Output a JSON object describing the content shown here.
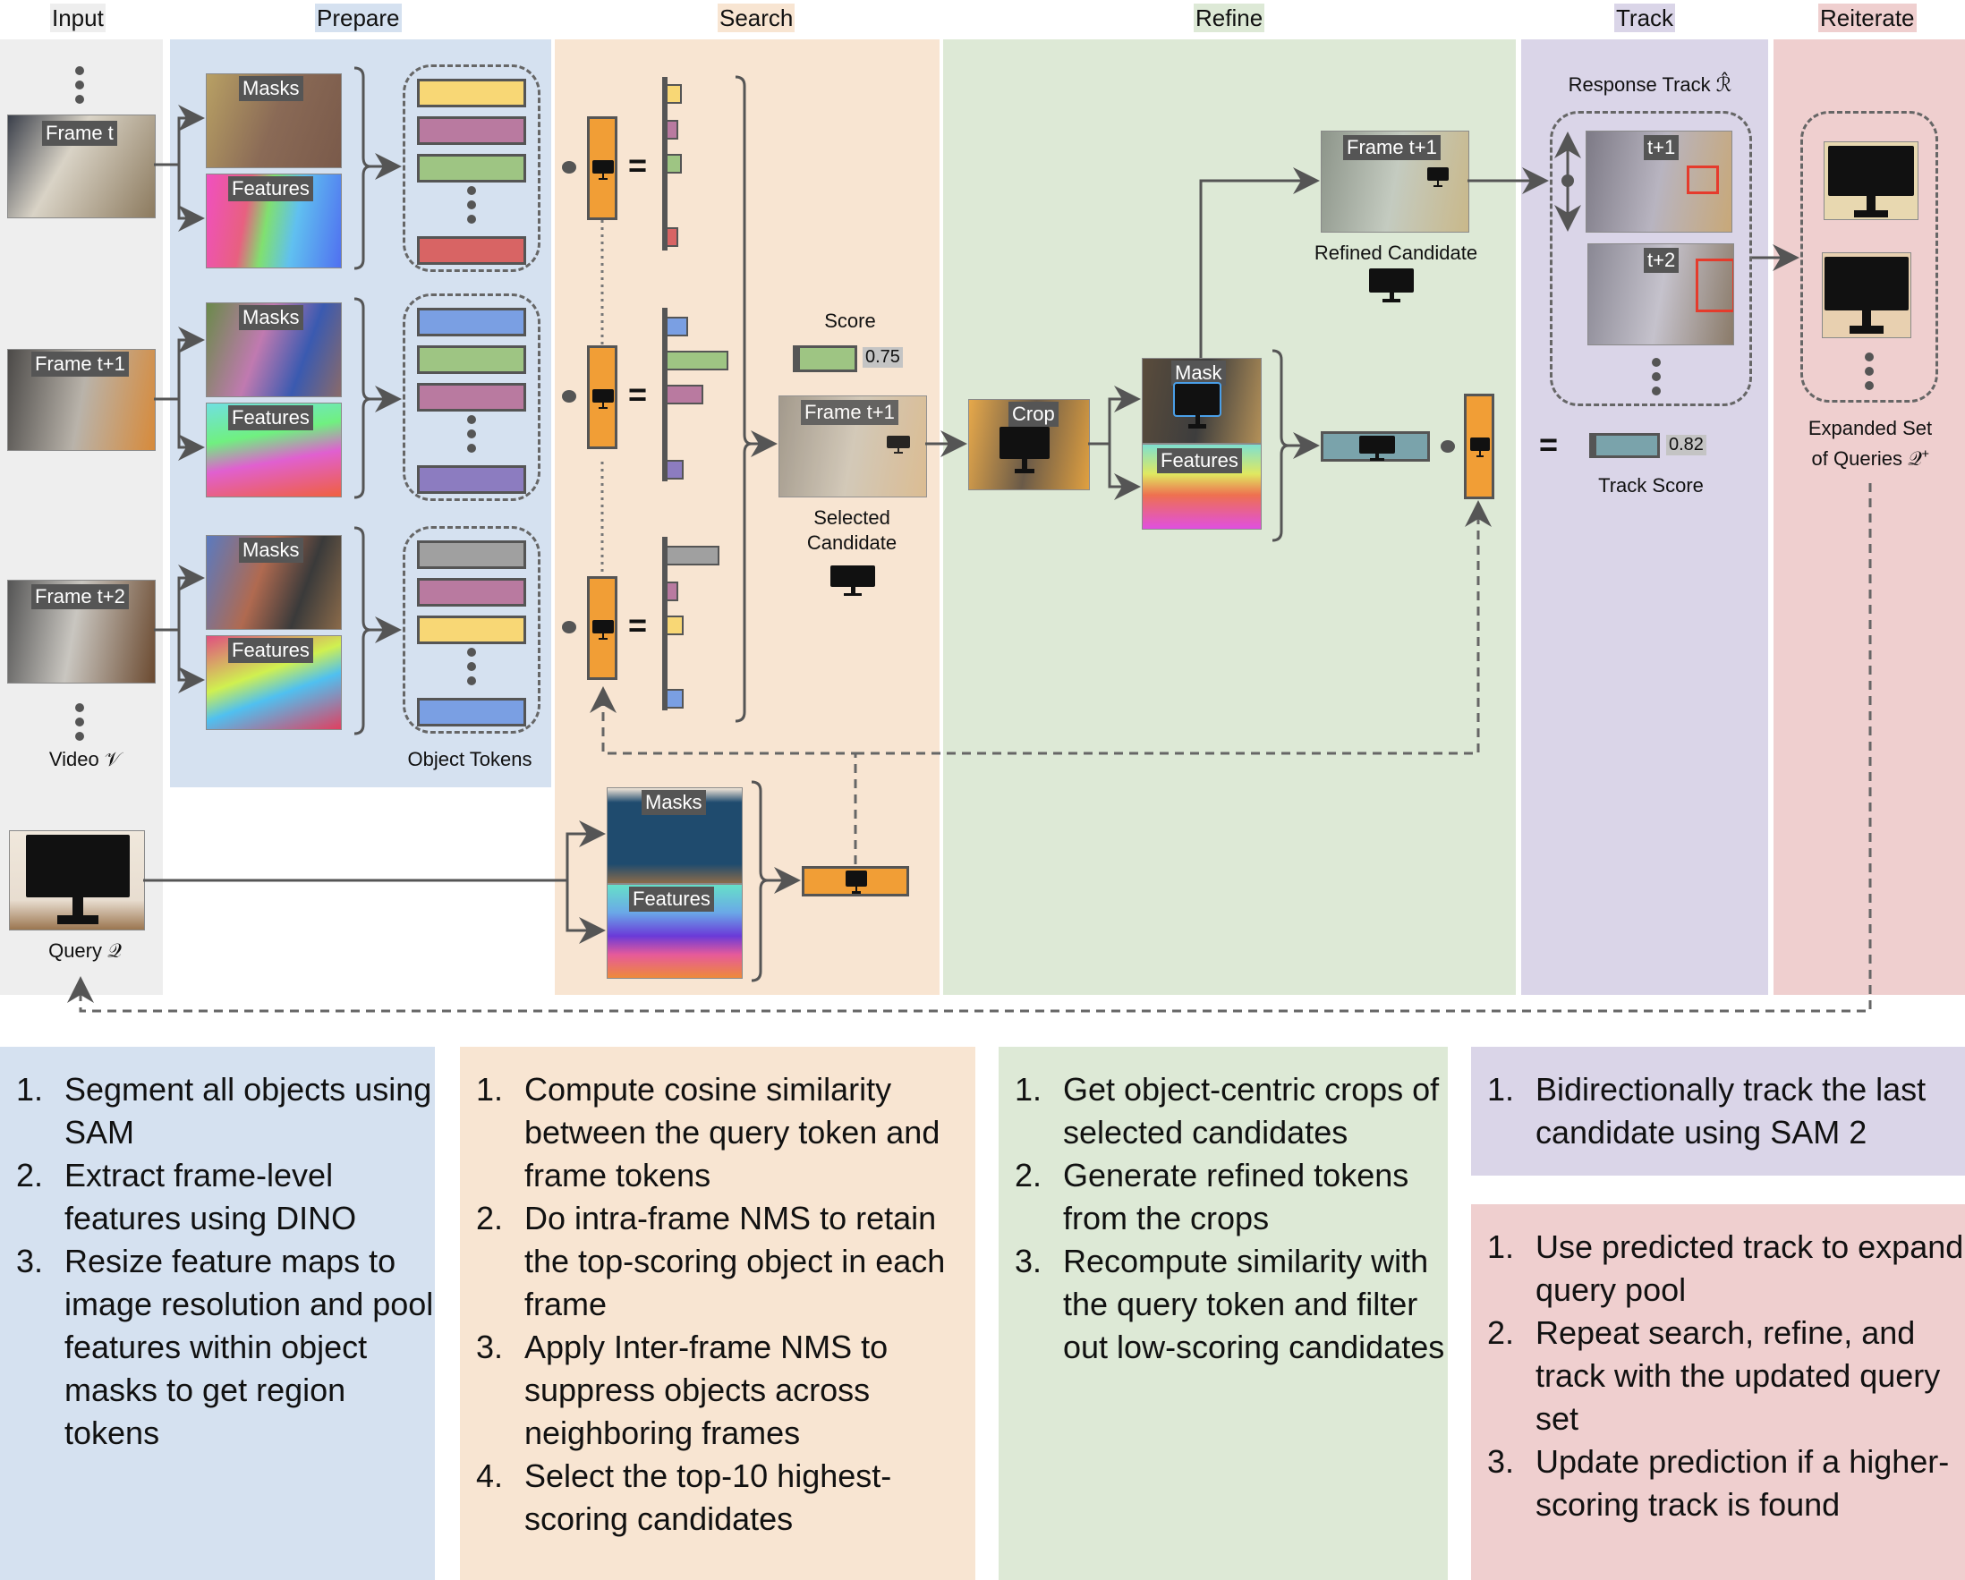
{
  "stages": [
    {
      "label": "Input",
      "color": "#eeeeee"
    },
    {
      "label": "Prepare",
      "color": "#d5e1f0"
    },
    {
      "label": "Search",
      "color": "#f8e5d2"
    },
    {
      "label": "Refine",
      "color": "#dde9d6"
    },
    {
      "label": "Track",
      "color": "#dad5e8"
    },
    {
      "label": "Reiterate",
      "color": "#efcfcf"
    }
  ],
  "input": {
    "frames": [
      "Frame t",
      "Frame t+1",
      "Frame t+2"
    ],
    "video_label": "Video 𝒱",
    "query_label": "Query 𝒬"
  },
  "prepare": {
    "masks_label": "Masks",
    "features_label": "Features",
    "object_tokens_label": "Object Tokens",
    "token_groups": [
      [
        "#f8d775",
        "#b97aa0",
        "#9ec583",
        "#d86464"
      ],
      [
        "#7a9fe3",
        "#9ec583",
        "#b97aa0",
        "#8c7cc0"
      ],
      [
        "#a0a0a0",
        "#b97aa0",
        "#f8d775",
        "#7a9fe3"
      ]
    ]
  },
  "search": {
    "similarity_bars": [
      [
        {
          "color": "#f8d775",
          "value": 0.25
        },
        {
          "color": "#b97aa0",
          "value": 0.15
        },
        {
          "color": "#9ec583",
          "value": 0.25
        },
        {
          "color": "#d86464",
          "value": 0.15
        }
      ],
      [
        {
          "color": "#7a9fe3",
          "value": 0.35
        },
        {
          "color": "#9ec583",
          "value": 1.0
        },
        {
          "color": "#b97aa0",
          "value": 0.6
        },
        {
          "color": "#8c7cc0",
          "value": 0.28
        }
      ],
      [
        {
          "color": "#a0a0a0",
          "value": 0.85
        },
        {
          "color": "#b97aa0",
          "value": 0.2
        },
        {
          "color": "#f8d775",
          "value": 0.28
        },
        {
          "color": "#7a9fe3",
          "value": 0.28
        }
      ]
    ],
    "score_label": "Score",
    "score_value": "0.75",
    "score_fraction": 0.75,
    "selected_frame": "Frame t+1",
    "selected_label_line1": "Selected",
    "selected_label_line2": "Candidate",
    "query_masks_label": "Masks",
    "query_features_label": "Features"
  },
  "refine": {
    "crop_label": "Crop",
    "mask_label": "Mask",
    "features_label": "Features",
    "refined_frame": "Frame t+1",
    "refined_label": "Refined Candidate"
  },
  "track": {
    "response_label": "Response Track ℛ̂",
    "frames": [
      "t+1",
      "t+2"
    ],
    "track_score_value": "0.82",
    "track_score_fraction": 0.82,
    "track_score_label": "Track Score"
  },
  "reiterate": {
    "expanded_line1": "Expanded Set",
    "expanded_line2": "of Queries 𝒬⁺"
  },
  "descriptions": {
    "prepare": [
      "Segment all objects using SAM",
      "Extract frame-level features using DINO",
      "Resize feature maps to image resolution and pool features within object masks to get region tokens"
    ],
    "search": [
      "Compute cosine similarity between the query token and frame tokens",
      "Do intra-frame NMS to retain the top-scoring object in each frame",
      "Apply Inter-frame NMS to suppress objects across neighboring frames",
      "Select the top-10 highest-scoring candidates"
    ],
    "refine": [
      "Get object-centric crops of selected candidates",
      "Generate refined tokens from the crops",
      "Recompute similarity with the query token and filter out low-scoring candidates"
    ],
    "track": [
      "Bidirectionally track the last candidate using SAM 2"
    ],
    "reiterate": [
      "Use predicted track to expand query pool",
      "Repeat search, refine, and track with the updated query set",
      "Update prediction if a higher-scoring track is found"
    ]
  }
}
